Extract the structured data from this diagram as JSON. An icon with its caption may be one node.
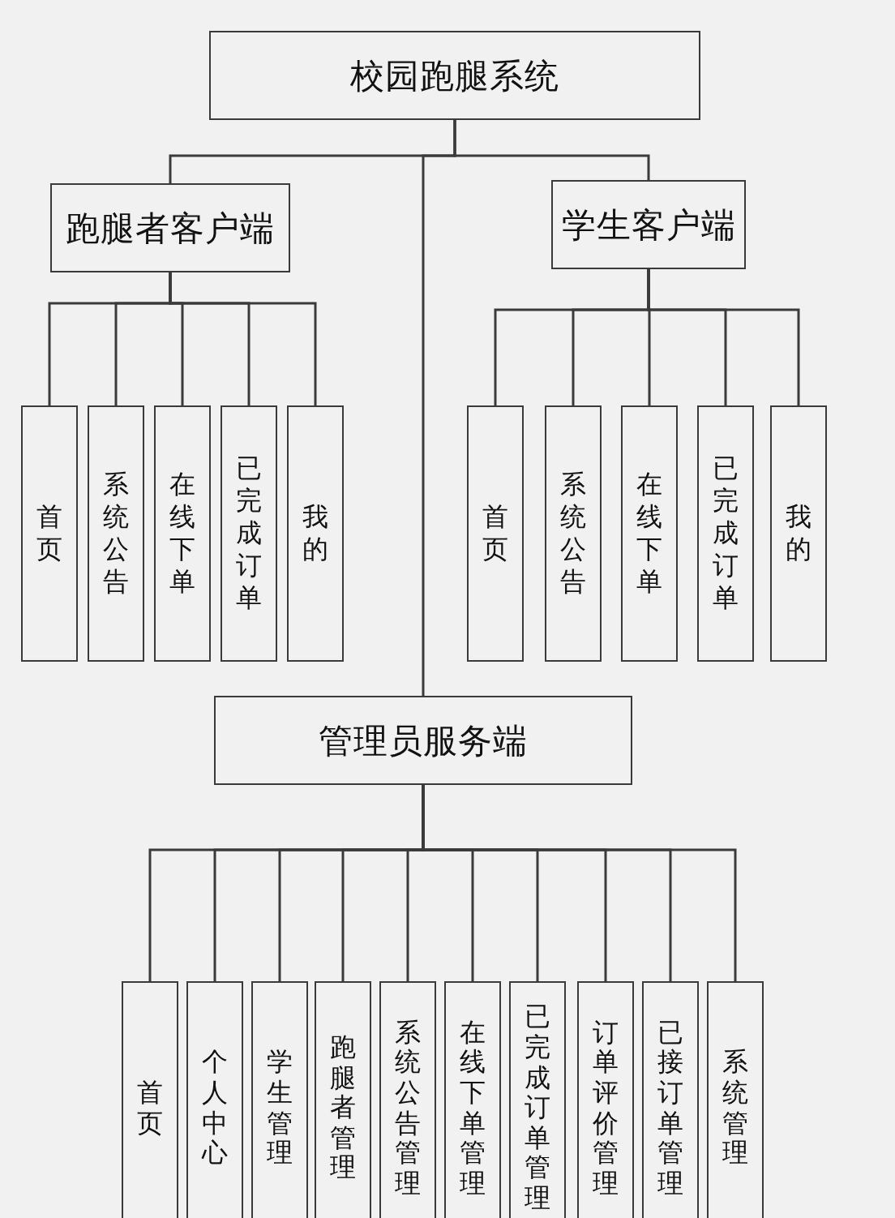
{
  "diagram": {
    "nodes": [
      {
        "text": [
          "校园跑腿系统"
        ]
      },
      {
        "text": [
          "跑腿者客户端"
        ]
      },
      {
        "text": [
          "学生客户端"
        ]
      },
      {
        "text": [
          "首页"
        ]
      },
      {
        "text": [
          "系统公告"
        ]
      },
      {
        "text": [
          "在线下单"
        ]
      },
      {
        "text": [
          "已完成订单"
        ]
      },
      {
        "text": [
          "我的"
        ]
      },
      {
        "text": [
          "首页"
        ]
      },
      {
        "text": [
          "系统公告"
        ]
      },
      {
        "text": [
          "在线下单"
        ]
      },
      {
        "text": [
          "已完成订单"
        ]
      },
      {
        "text": [
          "我的"
        ]
      },
      {
        "text": [
          "管理员服务端"
        ]
      },
      {
        "text": [
          "首页"
        ]
      },
      {
        "text": [
          "个人中心"
        ]
      },
      {
        "text": [
          "学生管理"
        ]
      },
      {
        "text": [
          "跑腿者管理"
        ]
      },
      {
        "text": [
          "系统公告管理"
        ]
      },
      {
        "text": [
          "在线下单管理"
        ]
      },
      {
        "text": [
          "已完成订单管理"
        ]
      },
      {
        "text": [
          "订单评价管理"
        ]
      },
      {
        "text": [
          "已接订单管理"
        ]
      },
      {
        "text": [
          "系统管理"
        ]
      }
    ],
    "edges": [
      {
        "from": 0,
        "to": 1,
        "arrow": "none"
      },
      {
        "from": 0,
        "to": 2,
        "arrow": "none"
      },
      {
        "from": 0,
        "to": 13,
        "arrow": "none"
      },
      {
        "from": 1,
        "to": 3,
        "arrow": "none"
      },
      {
        "from": 1,
        "to": 4,
        "arrow": "none"
      },
      {
        "from": 1,
        "to": 5,
        "arrow": "none"
      },
      {
        "from": 1,
        "to": 6,
        "arrow": "none"
      },
      {
        "from": 1,
        "to": 7,
        "arrow": "none"
      },
      {
        "from": 2,
        "to": 8,
        "arrow": "none"
      },
      {
        "from": 2,
        "to": 9,
        "arrow": "none"
      },
      {
        "from": 2,
        "to": 10,
        "arrow": "none"
      },
      {
        "from": 2,
        "to": 11,
        "arrow": "none"
      },
      {
        "from": 2,
        "to": 12,
        "arrow": "none"
      },
      {
        "from": 13,
        "to": 14,
        "arrow": "none"
      },
      {
        "from": 13,
        "to": 15,
        "arrow": "none"
      },
      {
        "from": 13,
        "to": 16,
        "arrow": "none"
      },
      {
        "from": 13,
        "to": 17,
        "arrow": "none"
      },
      {
        "from": 13,
        "to": 18,
        "arrow": "none"
      },
      {
        "from": 13,
        "to": 19,
        "arrow": "none"
      },
      {
        "from": 13,
        "to": 20,
        "arrow": "none"
      },
      {
        "from": 13,
        "to": 21,
        "arrow": "none"
      },
      {
        "from": 13,
        "to": 22,
        "arrow": "none"
      },
      {
        "from": 13,
        "to": 23,
        "arrow": "none"
      }
    ]
  }
}
